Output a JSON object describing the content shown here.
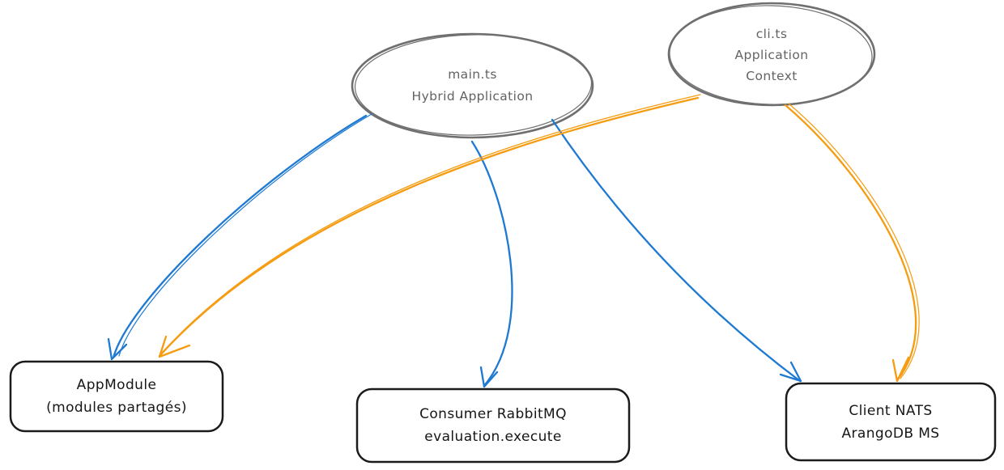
{
  "diagram": {
    "background": "#ffffff",
    "nodes": {
      "main_ts": {
        "shape": "ellipse",
        "lines": [
          "main.ts",
          "Hybrid Application"
        ]
      },
      "cli_ts": {
        "shape": "ellipse",
        "lines": [
          "cli.ts",
          "Application",
          "Context"
        ]
      },
      "app_module": {
        "shape": "rounded-rect",
        "lines": [
          "AppModule",
          "(modules partagés)"
        ]
      },
      "consumer_rabbitmq": {
        "shape": "rounded-rect",
        "lines": [
          "Consumer RabbitMQ",
          "evaluation.execute"
        ]
      },
      "client_nats": {
        "shape": "rounded-rect",
        "lines": [
          "Client NATS",
          "ArangoDB MS"
        ]
      }
    },
    "edges": [
      {
        "from": "main.ts Hybrid Application",
        "to": "AppModule (modules partagés)",
        "color": "blue"
      },
      {
        "from": "main.ts Hybrid Application",
        "to": "Consumer RabbitMQ evaluation.execute",
        "color": "blue"
      },
      {
        "from": "main.ts Hybrid Application",
        "to": "Client NATS ArangoDB MS",
        "color": "blue"
      },
      {
        "from": "cli.ts Application Context",
        "to": "AppModule (modules partagés)",
        "color": "orange"
      },
      {
        "from": "cli.ts Application Context",
        "to": "Client NATS ArangoDB MS",
        "color": "orange"
      }
    ],
    "colors": {
      "blue": "#1e79d2",
      "orange": "#f59c11",
      "ellipse_stroke": "#6f6f6f",
      "ellipse_text": "#636363",
      "box_stroke": "#1b1b1b",
      "box_text": "#161616"
    }
  }
}
